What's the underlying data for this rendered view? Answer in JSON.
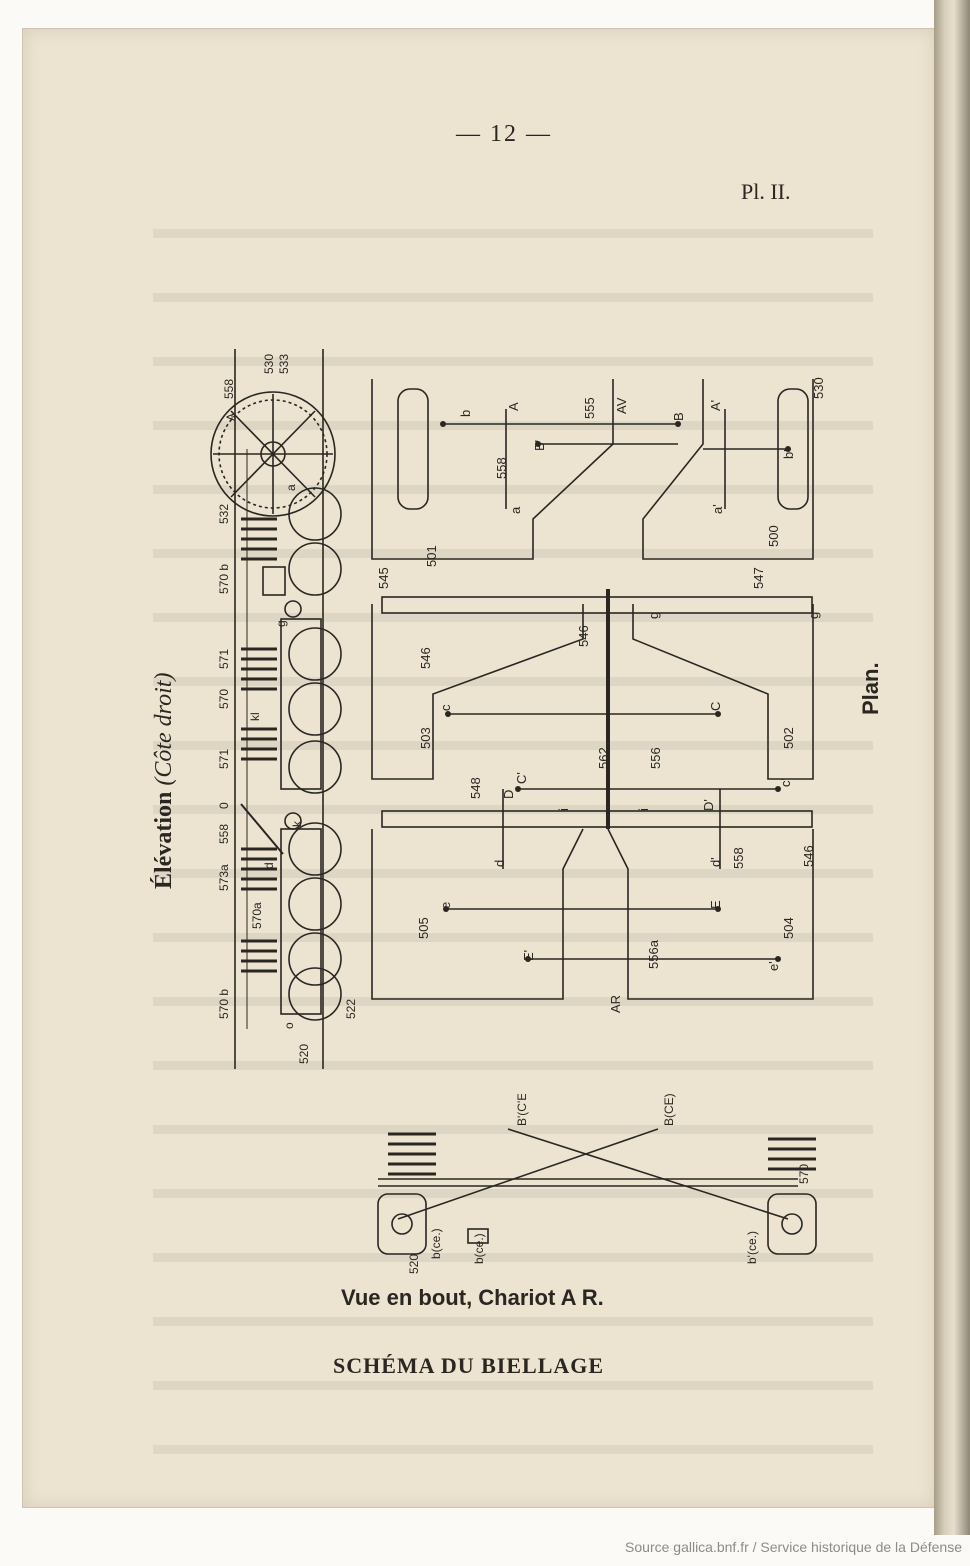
{
  "page": {
    "number": "— 12 —",
    "plate": "Pl. II."
  },
  "elevation": {
    "title": "Élévation",
    "subtitle": "(Côte droit)",
    "labels": [
      "558",
      "530",
      "533",
      "A",
      "a",
      "532",
      "570 b",
      "g",
      "571",
      "570",
      "kl",
      "571",
      "0",
      "558",
      "573a",
      "d",
      "570a",
      "k",
      "570 b",
      "o",
      "522",
      "520"
    ]
  },
  "plan": {
    "title": "Plan.",
    "labels": [
      "b",
      "A",
      "555",
      "AV",
      "B",
      "A'",
      "530",
      "558",
      "B'",
      "a",
      "b'",
      "a'",
      "501",
      "500",
      "545",
      "547",
      "546",
      "546",
      "g",
      "g",
      "503",
      "c",
      "C",
      "502",
      "556",
      "562",
      "548",
      "D",
      "C'",
      "D'",
      "c'",
      "i",
      "i",
      "d",
      "d'",
      "558",
      "546",
      "505",
      "e",
      "E",
      "504",
      "E'",
      "556a",
      "e'",
      "AR"
    ]
  },
  "end_view": {
    "caption": "Vue en bout, Chariot A R.",
    "labels": [
      "B'(C'E')",
      "B(CE)",
      "570",
      "b(ce.)",
      "b(ce.)",
      "b'(ce.)",
      "520"
    ]
  },
  "schema_title": "SCHÉMA DU BIELLAGE",
  "source_credit": "Source gallica.bnf.fr / Service historique de la Défense"
}
